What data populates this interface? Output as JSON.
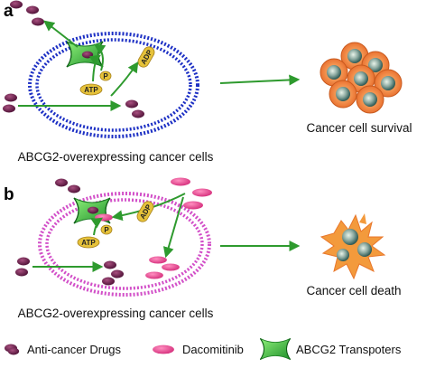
{
  "panel_a": {
    "letter": "a",
    "cell_caption": "ABCG2-overexpressing cancer cells",
    "outcome_caption": "Cancer cell survival",
    "atp_label": "ATP",
    "adp_label": "ADP",
    "p_label": "P"
  },
  "panel_b": {
    "letter": "b",
    "cell_caption": "ABCG2-overexpressing cancer cells",
    "outcome_caption": "Cancer cell death",
    "atp_label": "ATP",
    "adp_label": "ADP",
    "p_label": "P"
  },
  "legend": {
    "drugs": "Anti-cancer Drugs",
    "dacomitinib": "Dacomitinib",
    "transporters": "ABCG2 Transpoters"
  },
  "colors": {
    "arrow": "#2e9a2e",
    "membrane_a": "#1c2fc4",
    "membrane_b": "#d24fc8",
    "drug": "#6b1f4e",
    "dacomitinib": "#e8438f",
    "transporter": "#35c23a",
    "atp_fill": "#e6c23a",
    "cell_outer": "#f08a3a",
    "cell_core": "#2f6f6a"
  },
  "icons": [
    "drug-pill-icon",
    "dacomitinib-pill-icon",
    "abcg2-transporter-icon"
  ]
}
